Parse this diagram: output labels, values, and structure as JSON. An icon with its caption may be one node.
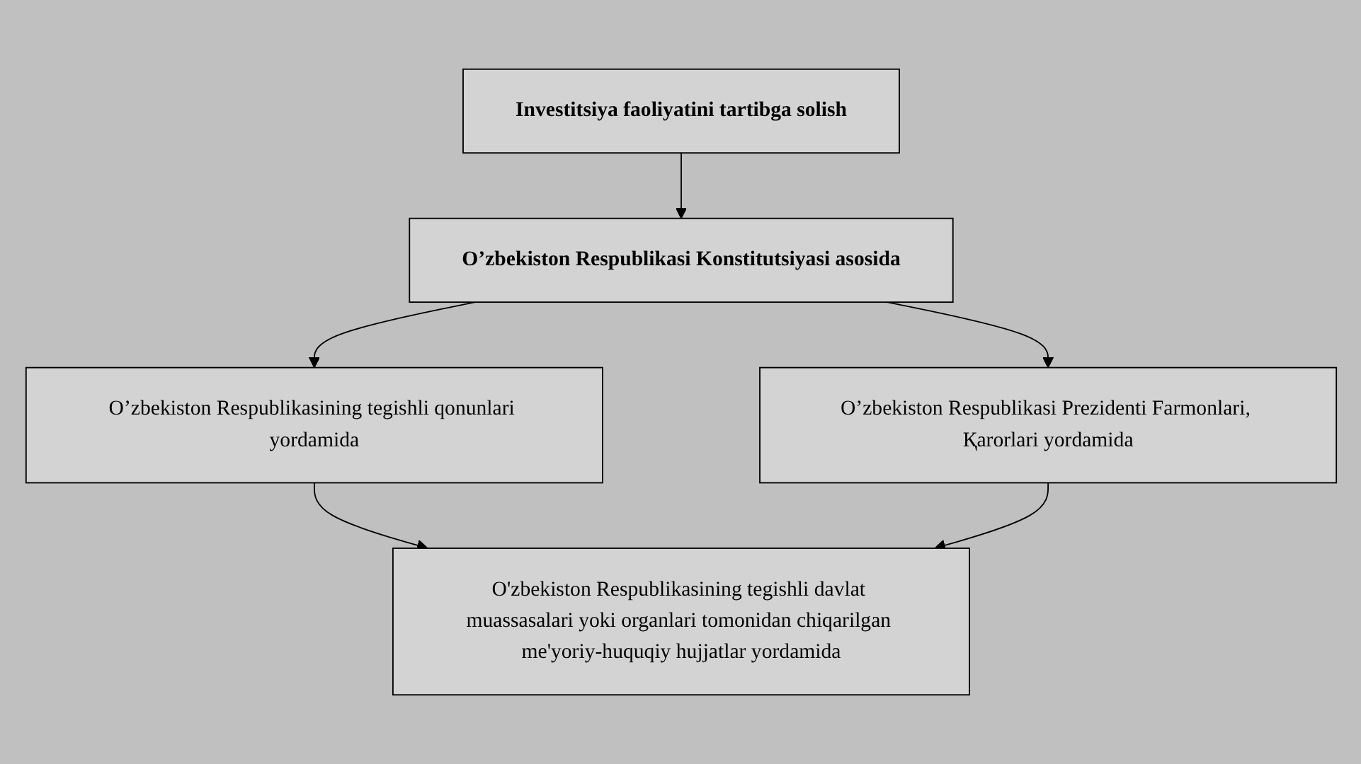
{
  "diagram": {
    "nodes": [
      {
        "text": [
          "Investitsiya faoliyatini tartibga solish"
        ]
      },
      {
        "text": [
          "O’zbekiston Respublikasi Konstitutsiyasi asosida"
        ]
      },
      {
        "text": [
          "O’zbekiston Respublikasining tegishli qonunlari yordamida"
        ]
      },
      {
        "text": [
          "O’zbekiston Respublikasi Prezidenti Farmonlari, Қarorlari yordamida"
        ]
      },
      {
        "text": [
          "O'zbekiston Respublikasining tegishli davlat muassasalari yoki organlari tomonidan chiqarilgan me'yoriy-huquqiy hujjatlar yordamida"
        ]
      }
    ],
    "edges": [
      {
        "from": 0,
        "to": 1,
        "arrow": "to"
      },
      {
        "from": 1,
        "to": 2,
        "arrow": "to"
      },
      {
        "from": 1,
        "to": 3,
        "arrow": "to"
      },
      {
        "from": 2,
        "to": 4,
        "arrow": "to"
      },
      {
        "from": 3,
        "to": 4,
        "arrow": "to"
      }
    ]
  }
}
